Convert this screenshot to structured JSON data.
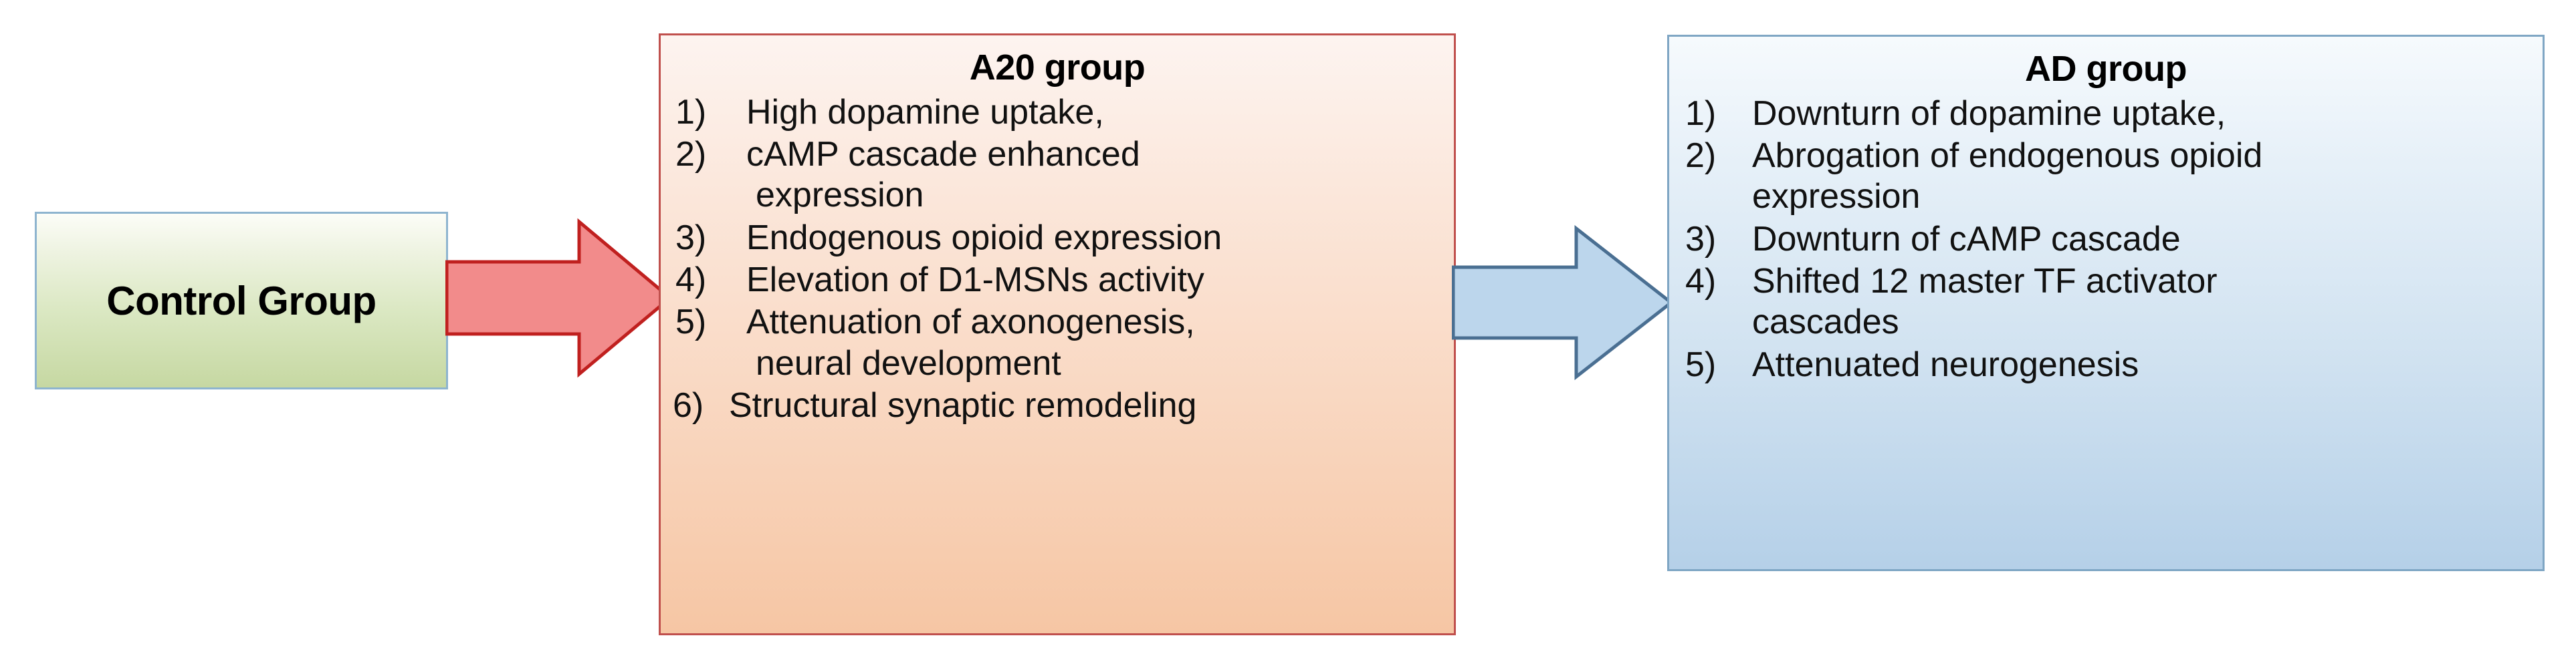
{
  "diagram": {
    "control": {
      "label": "Control Group"
    },
    "arrows": [
      {
        "name": "control-to-a20",
        "color": "#f08a8a",
        "stroke": "#c0201f",
        "direction": "right"
      },
      {
        "name": "a20-to-ad",
        "color": "#bcd6ec",
        "stroke": "#4a6f92",
        "direction": "right"
      }
    ],
    "a20": {
      "title": "A20 group",
      "items": [
        {
          "num": "1)",
          "text": "High dopamine uptake,",
          "cont": ""
        },
        {
          "num": "2)",
          "text": "cAMP cascade enhanced",
          "cont": "expression"
        },
        {
          "num": "3)",
          "text": "Endogenous opioid expression",
          "cont": ""
        },
        {
          "num": "4)",
          "text": "Elevation of D1-MSNs activity",
          "cont": ""
        },
        {
          "num": "5)",
          "text": "Attenuation of axonogenesis,",
          "cont": "neural development"
        },
        {
          "num": "6)",
          "text": "Structural synaptic remodeling",
          "cont": ""
        }
      ]
    },
    "ad": {
      "title": "AD group",
      "items": [
        {
          "num": "1)",
          "text": "Downturn of dopamine uptake,",
          "cont": ""
        },
        {
          "num": "2)",
          "text": "Abrogation of endogenous opioid",
          "cont": "expression"
        },
        {
          "num": "3)",
          "text": "Downturn of cAMP cascade",
          "cont": ""
        },
        {
          "num": "4)",
          "text": "Shifted 12 master TF activator",
          "cont": "cascades"
        },
        {
          "num": "5)",
          "text": "Attenuated neurogenesis",
          "cont": ""
        }
      ]
    },
    "colors": {
      "control_border": "#8eb4cf",
      "control_fill_bottom": "#c6d8a2",
      "a20_border": "#c0504d",
      "a20_fill_bottom": "#f6c6a4",
      "ad_border": "#7fa6c4",
      "ad_fill_bottom": "#b5d0e8",
      "red_arrow_fill": "#f08a8a",
      "red_arrow_stroke": "#c0201f",
      "blue_arrow_fill": "#bcd6ec",
      "blue_arrow_stroke": "#4a6f92"
    }
  }
}
